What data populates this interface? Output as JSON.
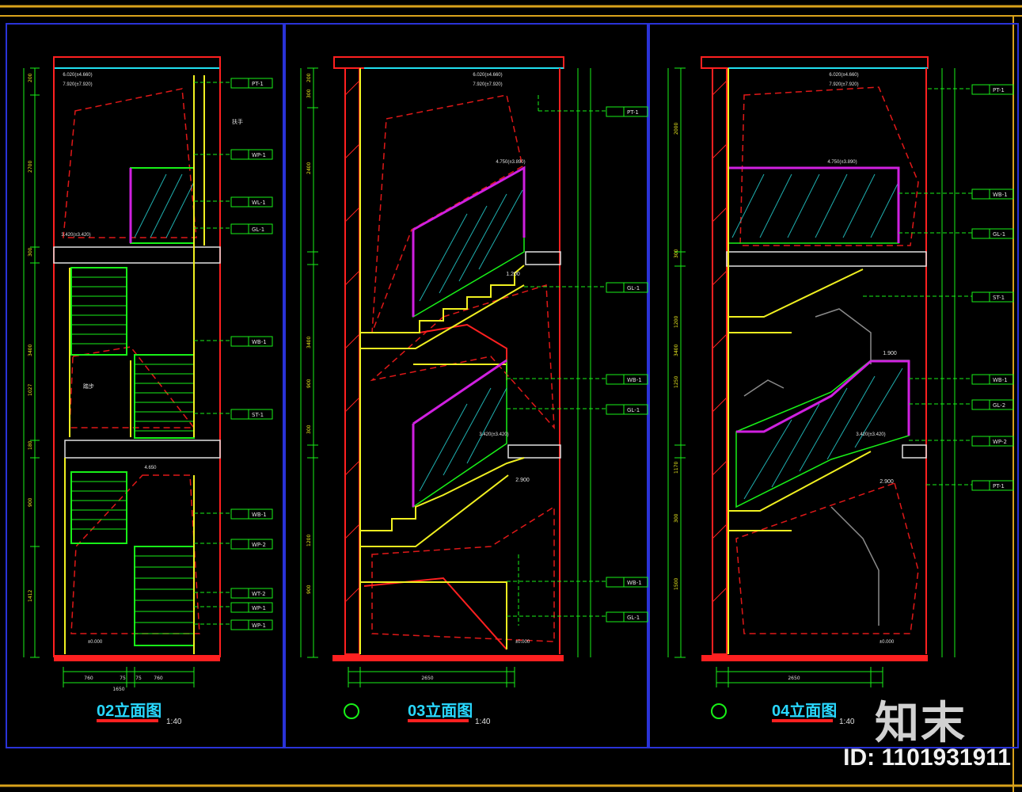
{
  "drawings": [
    {
      "id": "02",
      "title": "02立面图",
      "scale": "1:40",
      "top_level_a": "6.020(±4.660)",
      "top_level_b": "7.920(±7.920)",
      "mid_level_1": "3.420(±3.420)",
      "mid_level_2": "4.650",
      "floor_level": "±0.000",
      "dims_left": [
        "200",
        "2700",
        "300",
        "3400",
        "1027",
        "180",
        "900",
        "1412"
      ],
      "dims_bottom": [
        "760",
        "75",
        "75",
        "760",
        "1650"
      ],
      "tags": [
        "PT-1",
        "WP-1",
        "WL-1",
        "GL-1",
        "WB-1",
        "ST-1",
        "WB-1",
        "WP-2",
        "WT-2",
        "WP-1",
        "WP-1"
      ],
      "notes": [
        "扶手",
        "踏步"
      ]
    },
    {
      "id": "03",
      "title": "03立面图",
      "scale": "1:40",
      "top_level_a": "6.020(±4.660)",
      "top_level_b": "7.920(±7.920)",
      "mid_level_1": "4.750(±3.890)",
      "mid_level_2": "3.420(±3.420)",
      "floor_level": "±0.000",
      "dims_left": [
        "200",
        "300",
        "2400",
        "3400",
        "900",
        "300",
        "1200",
        "900"
      ],
      "dims_bottom": [
        "2650"
      ],
      "tags": [
        "PT-1",
        "GL-1",
        "WB-1",
        "GL-1",
        "WB-1",
        "GL-1"
      ],
      "notes": [
        "2.900",
        "1.200"
      ]
    },
    {
      "id": "04",
      "title": "04立面图",
      "scale": "1:40",
      "top_level_a": "6.020(±4.660)",
      "top_level_b": "7.920(±7.920)",
      "mid_level_1": "4.750(±3.890)",
      "mid_level_2": "3.420(±3.420)",
      "floor_level": "±0.000",
      "dims_left": [
        "2000",
        "300",
        "1200",
        "3400",
        "1250",
        "1170",
        "300",
        "1500"
      ],
      "dims_bottom": [
        "2650"
      ],
      "tags": [
        "PT-1",
        "WB-1",
        "GL-1",
        "ST-1",
        "WB-1",
        "GL-2",
        "WP-2",
        "PT-1"
      ],
      "notes": [
        "2.900",
        "1.900"
      ]
    }
  ],
  "brand": "知末",
  "image_id": "ID: 1101931911",
  "colors": {
    "background": "#000000",
    "frame_gold": "#d9a21b",
    "panel_blue": "#2a33d8",
    "green": "#18f018",
    "yellow": "#f0f020",
    "red": "#ff2020",
    "red_dash": "#e01818",
    "magenta": "#d020e0",
    "cyan": "#20e0f0",
    "white": "#e0e0e0",
    "hatch": "#1fb0b0",
    "title_cyan": "#29d8ff"
  }
}
